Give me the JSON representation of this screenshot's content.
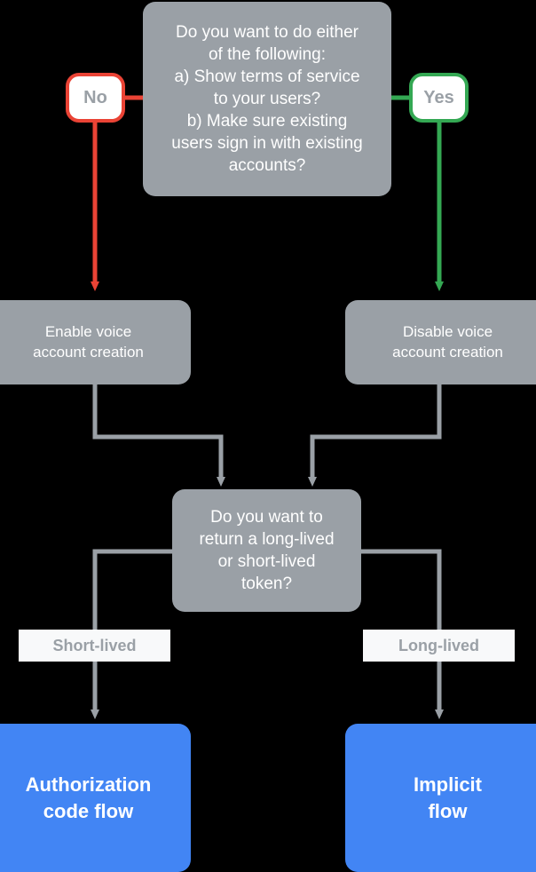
{
  "diagram": {
    "title": "Account linking flow decision chart",
    "background": "#000000",
    "colors": {
      "gray_node": "#9aa0a6",
      "blue_node": "#4285f4",
      "no_accent": "#ea4335",
      "yes_accent": "#34a853",
      "connector": "#9aa0a6",
      "label_background": "#f8f9fa",
      "label_text": "#9aa0a6",
      "node_text": "#ffffff"
    }
  },
  "nodes": {
    "decision_top": {
      "text": "Do you want to do either\nof the following:\na) Show terms of service\nto your users?\nb) Make sure existing\nusers sign in with existing\naccounts?",
      "type": "decision"
    },
    "badge_no": {
      "label": "No",
      "type": "branch-badge"
    },
    "badge_yes": {
      "label": "Yes",
      "type": "branch-badge"
    },
    "enable_voice": {
      "text": "Enable voice\naccount creation",
      "type": "action"
    },
    "disable_voice": {
      "text": "Disable voice\naccount creation",
      "type": "action"
    },
    "decision_token": {
      "text": "Do you want to\nreturn a long-lived\nor short-lived\ntoken?",
      "type": "decision"
    },
    "label_short": {
      "label": "Short-lived"
    },
    "label_long": {
      "label": "Long-lived"
    },
    "auth_code_flow": {
      "text": "Authorization\ncode flow",
      "type": "terminal"
    },
    "implicit_flow": {
      "text": "Implicit\nflow",
      "type": "terminal"
    }
  },
  "edges": [
    {
      "from": "decision_top",
      "to": "badge_no",
      "label": "No",
      "color": "#ea4335"
    },
    {
      "from": "badge_no",
      "to": "enable_voice",
      "label": "",
      "color": "#ea4335"
    },
    {
      "from": "decision_top",
      "to": "badge_yes",
      "label": "Yes",
      "color": "#34a853"
    },
    {
      "from": "badge_yes",
      "to": "disable_voice",
      "label": "",
      "color": "#34a853"
    },
    {
      "from": "enable_voice",
      "to": "decision_token",
      "label": "",
      "color": "#9aa0a6"
    },
    {
      "from": "disable_voice",
      "to": "decision_token",
      "label": "",
      "color": "#9aa0a6"
    },
    {
      "from": "decision_token",
      "to": "auth_code_flow",
      "label": "Short-lived",
      "color": "#9aa0a6"
    },
    {
      "from": "decision_token",
      "to": "implicit_flow",
      "label": "Long-lived",
      "color": "#9aa0a6"
    }
  ]
}
